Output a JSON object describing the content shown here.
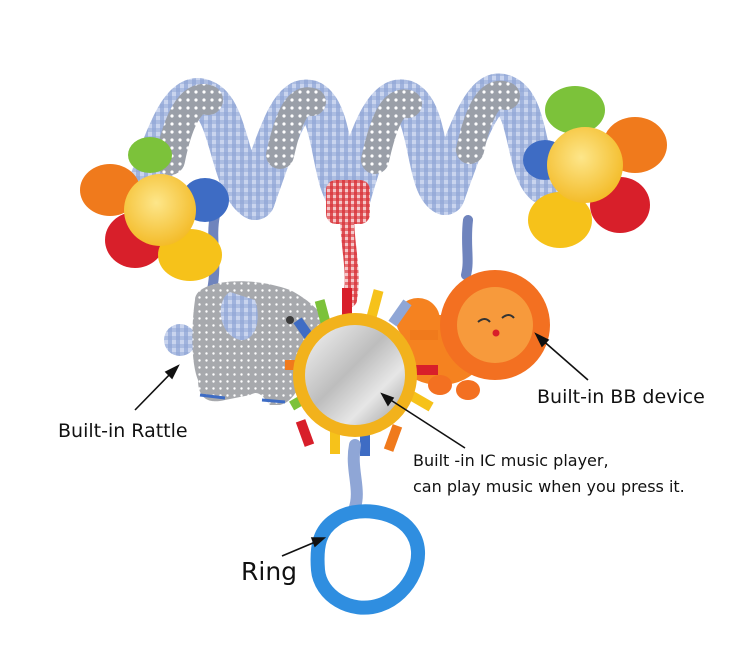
{
  "annotations": {
    "rattle": "Built-in Rattle",
    "bb_device": "Built-in BB device",
    "music_line1": "Built -in IC music player,",
    "music_line2": "can play music when you press it.",
    "ring": "Ring"
  },
  "colors": {
    "spiral_blue": "#8fa6d6",
    "spiral_gray": "#9a9fa8",
    "red_gingham": "#d8333a",
    "flower_orange": "#f07a1c",
    "flower_red": "#d81f2a",
    "flower_yellow": "#f6c21a",
    "flower_green": "#7cc23a",
    "flower_blue": "#3e6cc4",
    "elephant_gray": "#a7a9ad",
    "lion_orange": "#f58220",
    "ring_blue": "#2f8ee0",
    "mirror_frame": "#f2b21c"
  }
}
